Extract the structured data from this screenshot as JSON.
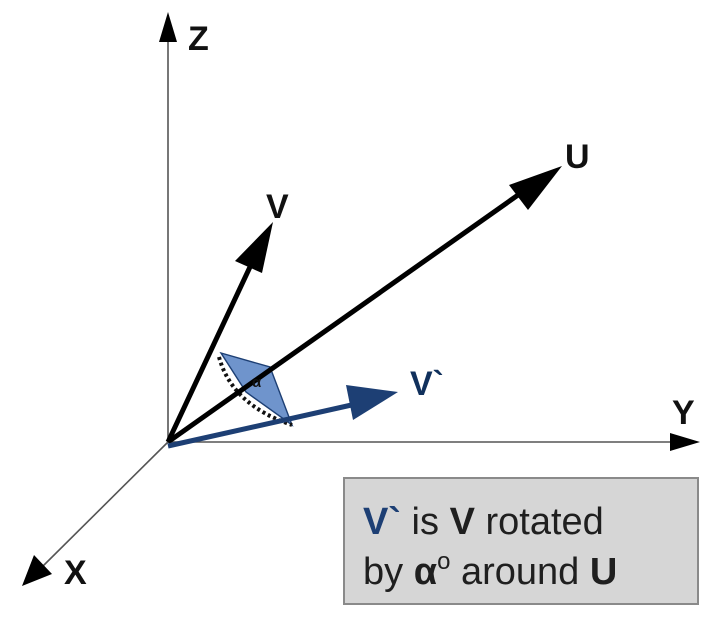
{
  "axes": {
    "x": "X",
    "y": "Y",
    "z": "Z"
  },
  "vectors": {
    "v": "V",
    "u": "U",
    "v_rot": "V`"
  },
  "angle": "α",
  "caption": {
    "l1_a": "V`",
    "l1_b": " is ",
    "l1_c": "V",
    "l1_d": " rotated",
    "l2_a": "by ",
    "l2_b": "α",
    "l2_c": "o",
    "l2_d": " around ",
    "l2_e": "U"
  },
  "colors": {
    "vector": "#000000",
    "rotated_vector": "#1d3f74",
    "angle_fill": "#6f94cc",
    "axis": "#555555",
    "caption_bg": "#d6d6d6"
  }
}
